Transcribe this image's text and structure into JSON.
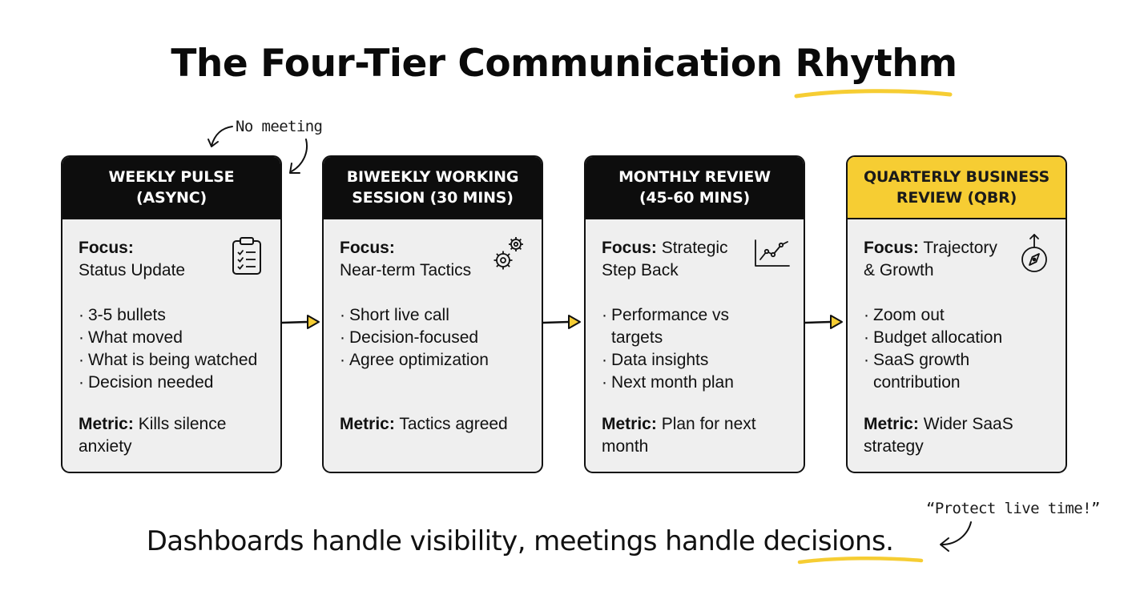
{
  "title": {
    "main": "The Four-Tier Communication",
    "highlight": "Rhythm"
  },
  "annotations": {
    "no_meeting": "No meeting",
    "protect_live_time": "“Protect live time!”"
  },
  "cards": [
    {
      "header_line1": "WEEKLY PULSE",
      "header_line2": "(ASYNC)",
      "focus_label": "Focus:",
      "focus_text": "Status Update",
      "bullets": [
        "3-5 bullets",
        "What moved",
        "What is being watched",
        "Decision needed"
      ],
      "metric_label": "Metric:",
      "metric_text": "Kills silence anxiety",
      "icon": "clipboard-checklist-icon"
    },
    {
      "header_line1": "BIWEEKLY WORKING",
      "header_line2": "SESSION (30 MINS)",
      "focus_label": "Focus:",
      "focus_text": "Near-term Tactics",
      "bullets": [
        "Short live call",
        "Decision-focused",
        "Agree optimization"
      ],
      "metric_label": "Metric:",
      "metric_text": "Tactics agreed",
      "icon": "gears-icon"
    },
    {
      "header_line1": "MONTHLY REVIEW",
      "header_line2": "(45-60 MINS)",
      "focus_label": "Focus:",
      "focus_text": "Strategic Step Back",
      "bullets": [
        "Performance vs targets",
        "Data insights",
        "Next month plan"
      ],
      "metric_label": "Metric:",
      "metric_text": "Plan for next month",
      "icon": "line-chart-icon"
    },
    {
      "header_line1": "QUARTERLY BUSINESS",
      "header_line2": "REVIEW (QBR)",
      "focus_label": "Focus:",
      "focus_text": "Trajectory & Growth",
      "bullets": [
        "Zoom out",
        "Budget allocation",
        "SaaS growth contribution"
      ],
      "metric_label": "Metric:",
      "metric_text": "Wider SaaS strategy",
      "icon": "compass-icon"
    }
  ],
  "footer": {
    "text": "Dashboards handle visibility, meetings handle",
    "highlight": "decisions",
    "end": "."
  },
  "colors": {
    "accent_yellow": "#f6cd33",
    "header_black": "#0d0d0d",
    "card_bg": "#efefef"
  }
}
